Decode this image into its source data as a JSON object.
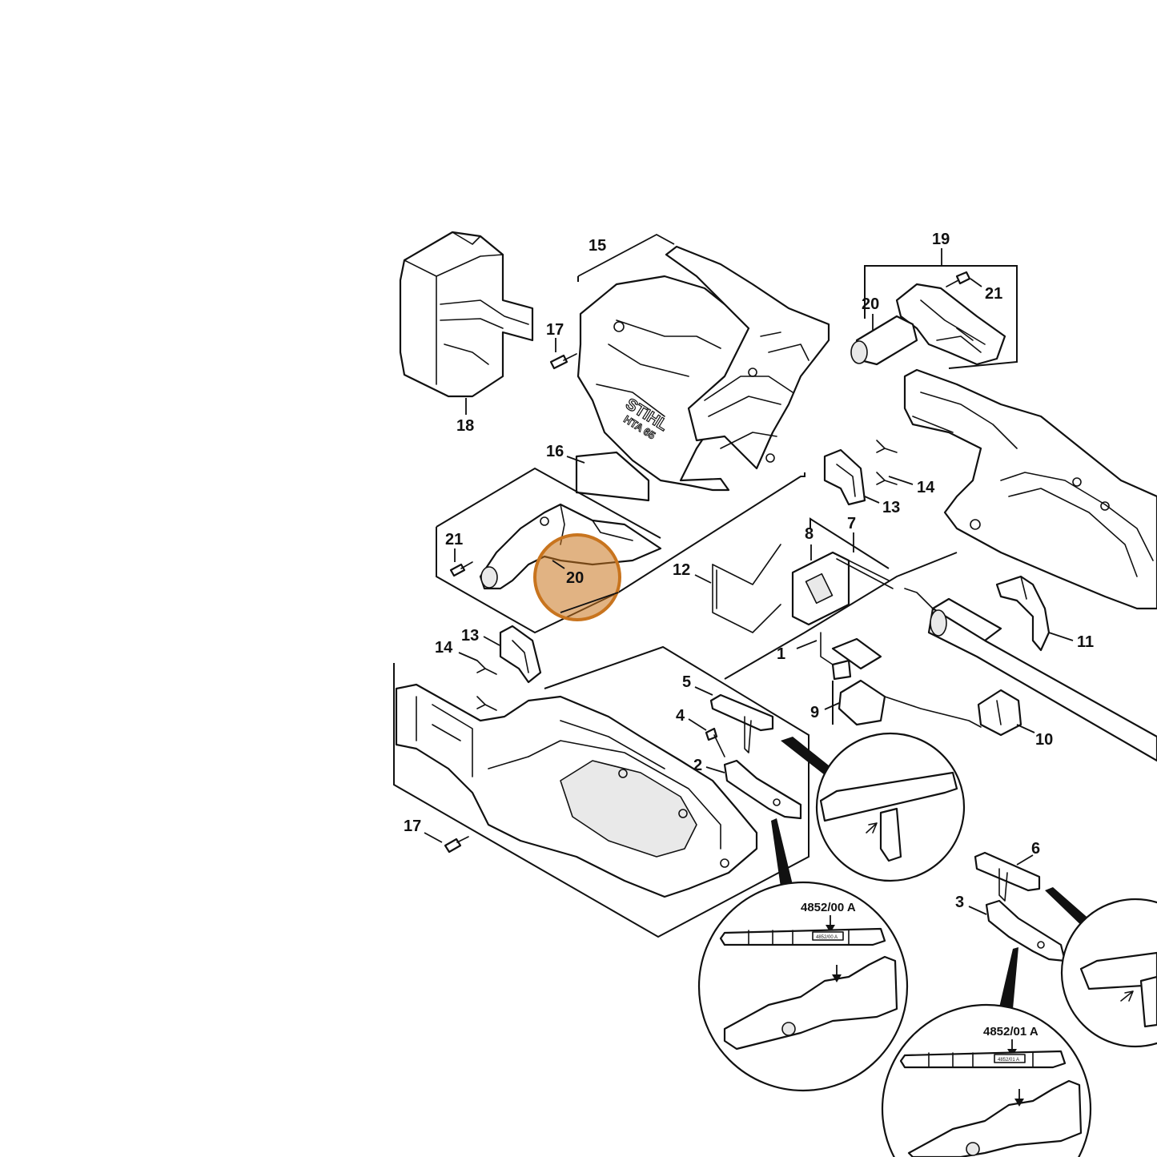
{
  "highlight": {
    "label": "20",
    "color": "#C8741E"
  },
  "callouts": {
    "c1": "1",
    "c2": "2",
    "c3": "3",
    "c4": "4",
    "c5": "5",
    "c6": "6",
    "c7": "7",
    "c8": "8",
    "c9": "9",
    "c10": "10",
    "c11": "11",
    "c12": "12",
    "c13a": "13",
    "c13b": "13",
    "c14a": "14",
    "c14b": "14",
    "c15": "15",
    "c16": "16",
    "c17a": "17",
    "c17b": "17",
    "c18": "18",
    "c19": "19",
    "c20a": "20",
    "c21a": "21",
    "c21b": "21"
  },
  "housing_marking": {
    "brand": "STIHL",
    "model": "HTA 65"
  },
  "detail_views": {
    "part_2_marking": "4852/00 A",
    "part_3_marking": "4852/01 A"
  }
}
